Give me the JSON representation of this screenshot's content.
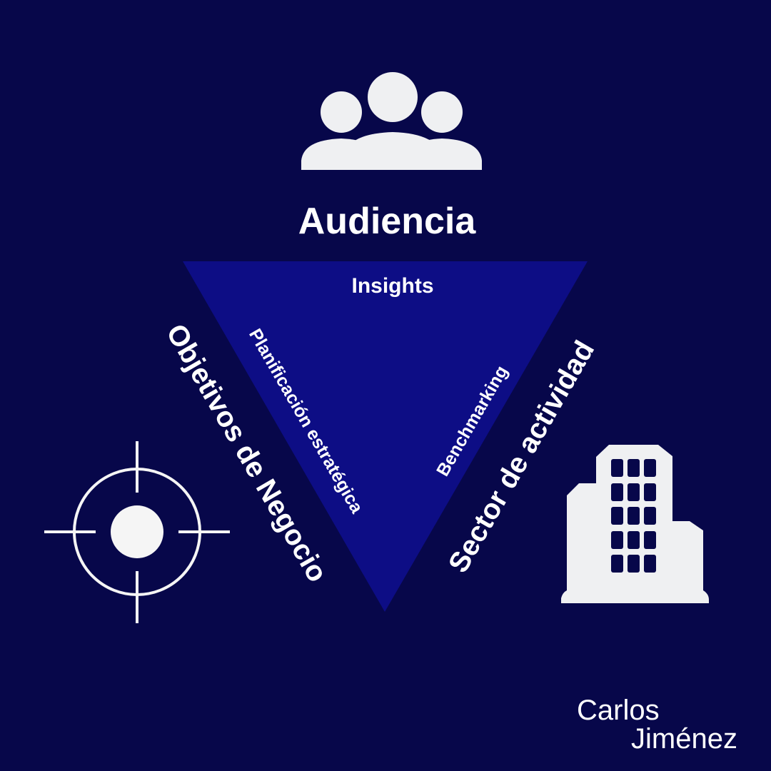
{
  "colors": {
    "background": "#07074a",
    "triangle": "#0d0d85",
    "icon": "#eff0f2"
  },
  "top": {
    "label": "Audiencia",
    "icon": "people-group-icon"
  },
  "left": {
    "label": "Objetivos de Negocio",
    "icon": "target-crosshair-icon"
  },
  "right": {
    "label": "Sector de actividad",
    "icon": "building-icon"
  },
  "triangle": {
    "top_edge": "Insights",
    "left_edge": "Planificación estratégica",
    "right_edge": "Benchmarking"
  },
  "logo": {
    "line1": "Carlos",
    "line2": "Jiménez"
  }
}
